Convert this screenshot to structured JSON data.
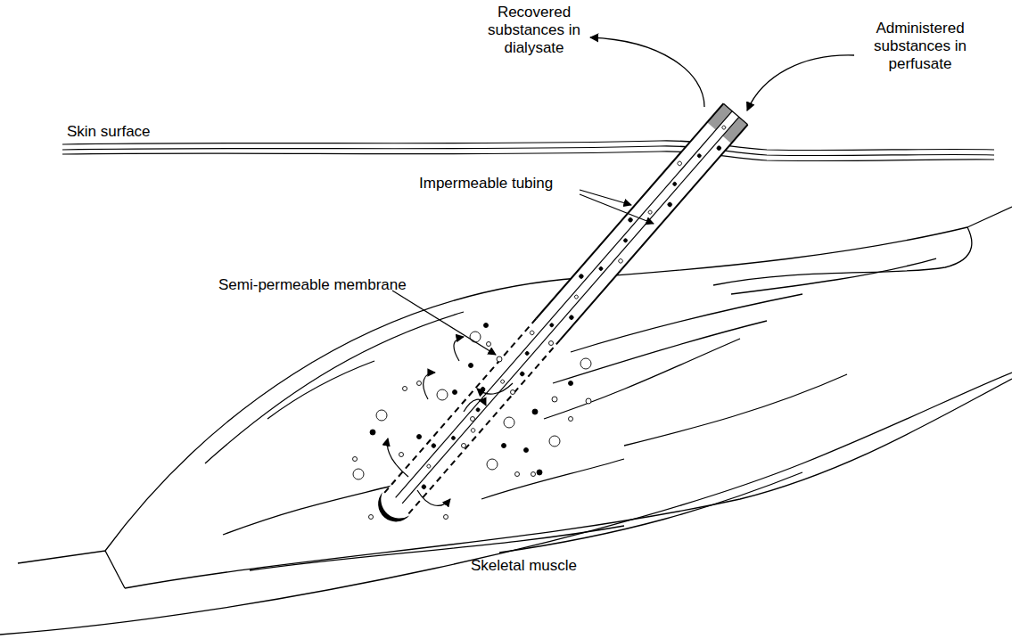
{
  "diagram": {
    "labels": [
      "Recovered substances in dialysate",
      "Administered substances in perfusate",
      "Skin surface",
      "Impermeable tubing",
      "Semi-permeable membrane",
      "Skeletal muscle"
    ]
  }
}
